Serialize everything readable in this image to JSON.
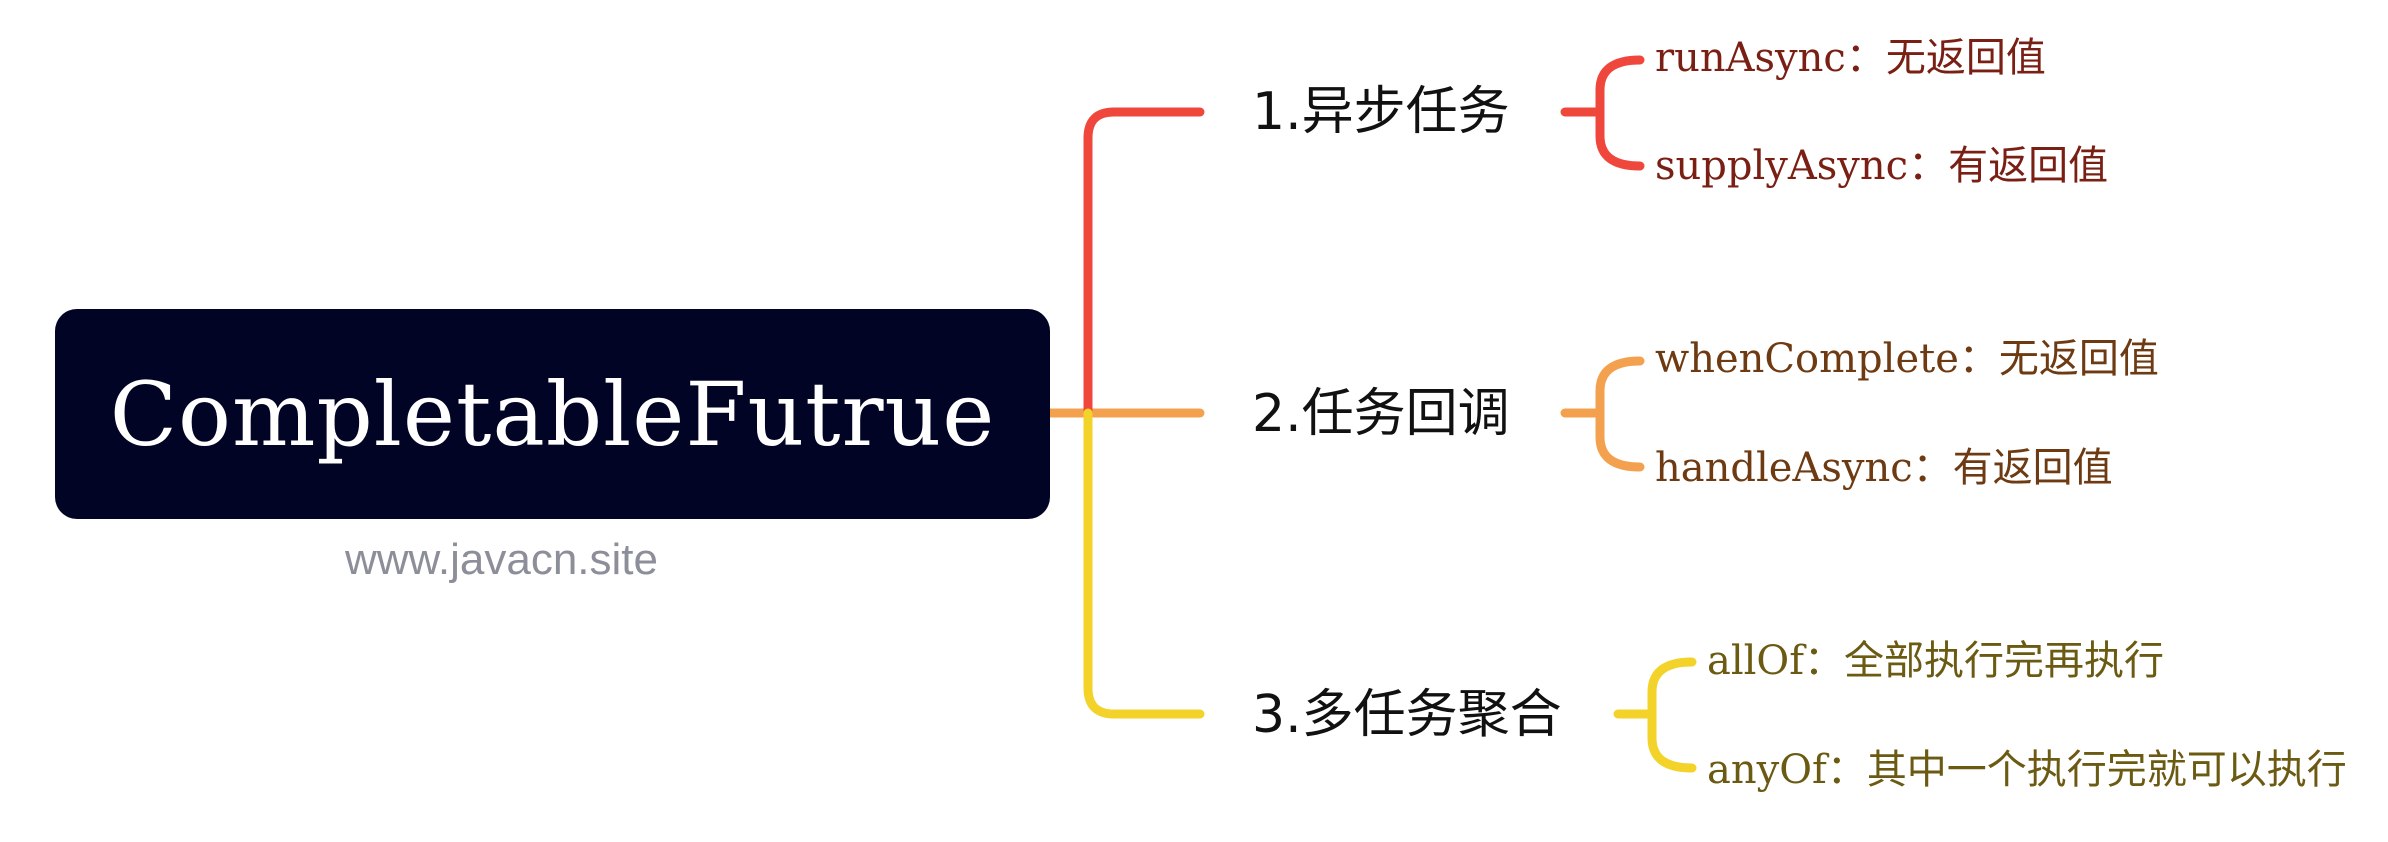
{
  "root": {
    "title": "CompletableFutrue",
    "watermark": "www.javacn.site"
  },
  "branches": [
    {
      "label": "1.异步任务",
      "leaves": [
        {
          "method": "runAsync",
          "sep": "：",
          "desc": "无返回值"
        },
        {
          "method": "supplyAsync",
          "sep": "：",
          "desc": "有返回值"
        }
      ]
    },
    {
      "label": "2.任务回调",
      "leaves": [
        {
          "method": "whenComplete",
          "sep": "：",
          "desc": "无返回值"
        },
        {
          "method": "handleAsync",
          "sep": "：",
          "desc": "有返回值"
        }
      ]
    },
    {
      "label": "3.多任务聚合",
      "leaves": [
        {
          "method": "allOf",
          "sep": "：",
          "desc": "全部执行完再执行"
        },
        {
          "method": "anyOf",
          "sep": "：",
          "desc": "其中一个执行完就可以执行"
        }
      ]
    }
  ],
  "colors": {
    "root_bg": "#020426",
    "branch_1": "#f0473c",
    "branch_2": "#f4a14f",
    "branch_3": "#f3d329",
    "leaf_text_1": "#7a1f14",
    "leaf_text_2": "#6e3a12",
    "leaf_text_3": "#6b5a12",
    "watermark": "#8c8f99"
  }
}
